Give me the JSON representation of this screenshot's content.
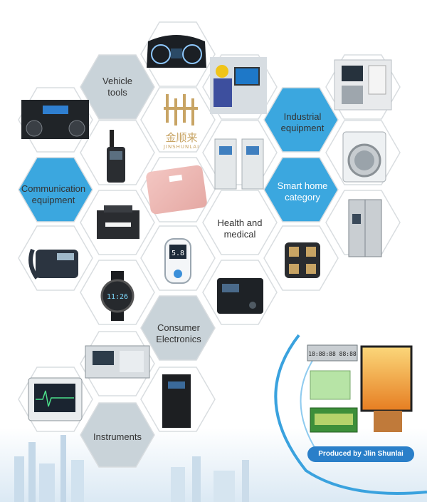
{
  "colors": {
    "blue": "#3ba7df",
    "gray": "#c9d3d9",
    "white_hex": "#ffffff",
    "outline": "#d9dde0",
    "gold": "#c8a464",
    "label_dark": "#333333",
    "label_white": "#ffffff",
    "badge": "#2a7fc9",
    "arc": "#3aa2de"
  },
  "labels": {
    "vehicle_tools": "Vehicle\ntools",
    "industrial_equipment": "Industrial\nequipment",
    "communication_equipment": "Communication\nequipment",
    "smart_home_category": "Smart home\ncategory",
    "health_and_medical": "Health and\nmedical",
    "consumer_electronics": "Consumer\nElectronics",
    "instruments": "Instruments"
  },
  "logo": {
    "chinese": "金顺来",
    "pinyin": "JINSHUNLAI"
  },
  "badge": {
    "text": "Produced by Jlin Shunlai"
  },
  "lcd": {
    "segment_text": "18:88:88 88:88"
  },
  "devices": {
    "meter_reading": "5.8",
    "watch_time": "11:26"
  },
  "icons": [
    "car-dashboard-icon",
    "worker-control-panel-icon",
    "cnc-machine-icon",
    "car-ac-panel-icon",
    "satellite-phone-icon",
    "control-cabinet-icon",
    "washing-machine-icon",
    "bathroom-scale-icon",
    "refrigerator-icon",
    "printer-icon",
    "telephone-icon",
    "glucose-meter-icon",
    "smart-scale-icon",
    "digital-watch-icon",
    "power-station-icon",
    "lab-instrument-icon",
    "patient-monitor-icon",
    "ups-icon",
    "lcd-modules-icon"
  ]
}
